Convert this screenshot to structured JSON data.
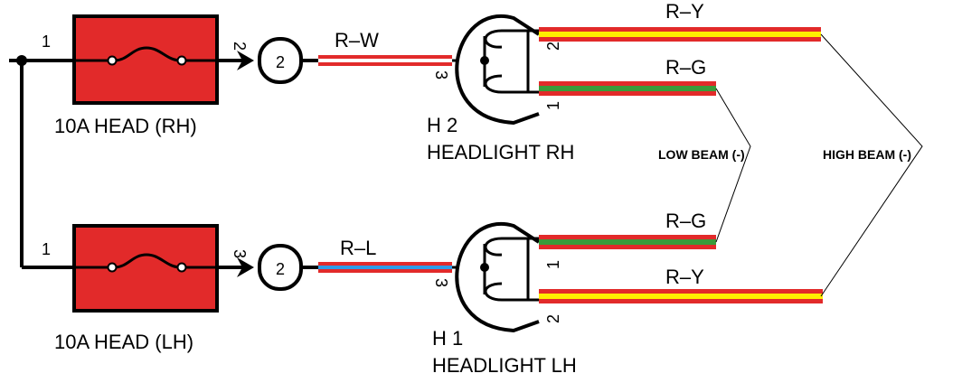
{
  "colors": {
    "fuse_body": "#e22a2a",
    "wire_red": "#e22a2a",
    "stripe_white": "#ffffff",
    "stripe_blue": "#2e9be8",
    "stripe_yellow": "#ffee00",
    "stripe_green": "#3a9b3a"
  },
  "fuses": [
    {
      "label": "10A HEAD (RH)",
      "in_pin": "1",
      "out_pin": "2",
      "connector_pin": "2"
    },
    {
      "label": "10A HEAD (LH)",
      "in_pin": "1",
      "out_pin": "3",
      "connector_pin": "2"
    }
  ],
  "headlights": [
    {
      "id": "H 2",
      "name": "HEADLIGHT RH",
      "feed_wire": "R–W",
      "feed_pin": "3",
      "high_wire": "R–Y",
      "high_pin": "2",
      "low_wire": "R–G",
      "low_pin": "1"
    },
    {
      "id": "H 1",
      "name": "HEADLIGHT LH",
      "feed_wire": "R–L",
      "feed_pin": "3",
      "low_wire": "R–G",
      "low_pin": "1",
      "high_wire": "R–Y",
      "high_pin": "2"
    }
  ],
  "grounds": {
    "low_beam": "LOW BEAM  (-)",
    "high_beam": "HIGH BEAM  (-)"
  }
}
